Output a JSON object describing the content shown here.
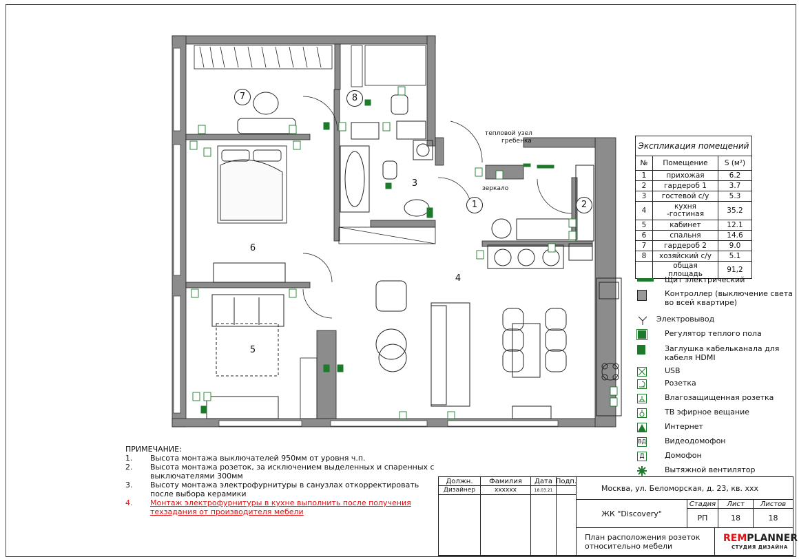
{
  "explication": {
    "title": "Экспликация помещений",
    "headers": [
      "№",
      "Помещение",
      "S (м²)"
    ],
    "rows": [
      [
        "1",
        "прихожая",
        "6.2"
      ],
      [
        "2",
        "гардероб 1",
        "3.7"
      ],
      [
        "3",
        "гостевой с/у",
        "5.3"
      ],
      [
        "4",
        "кухня\n-гостиная",
        "35.2"
      ],
      [
        "5",
        "кабинет",
        "12.1"
      ],
      [
        "6",
        "спальня",
        "14.6"
      ],
      [
        "7",
        "гардероб 2",
        "9.0"
      ],
      [
        "8",
        "хозяйский с/у",
        "5.1"
      ]
    ],
    "total_label": "общая площадь",
    "total_value": "91,2"
  },
  "symbols": [
    {
      "icon": "electric-panel-icon",
      "label": "Щит электрический"
    },
    {
      "icon": "controller-icon",
      "label": "Контроллер (выключение света во всей квартире)"
    },
    {
      "icon": "electrical-outlet-icon",
      "label": "Электровывод"
    },
    {
      "icon": "floor-heating-regulator-icon",
      "label": "Регулятор теплого пола"
    },
    {
      "icon": "hdmi-plug-icon",
      "label": "Заглушка кабельканала для кабеля HDMI"
    },
    {
      "icon": "usb-icon",
      "label": "USB"
    },
    {
      "icon": "socket-icon",
      "label": "Розетка"
    },
    {
      "icon": "waterproof-socket-icon",
      "label": "Влагозащищенная розетка"
    },
    {
      "icon": "tv-antenna-icon",
      "label": "ТВ эфирное вещание"
    },
    {
      "icon": "internet-icon",
      "label": "Интернет"
    },
    {
      "icon": "video-intercom-icon",
      "label": "Видеодомофон"
    },
    {
      "icon": "intercom-icon",
      "label": "Домофон"
    },
    {
      "icon": "exhaust-fan-icon",
      "label": "Вытяжной вентилятор"
    }
  ],
  "symbol_glyphs": {
    "video_intercom": "ВД",
    "intercom": "Д"
  },
  "notes": {
    "title": "ПРИМЕЧАНИЕ:",
    "items": [
      {
        "num": "1.",
        "text": "Высота монтажа выключателей 950мм от уровня ч.п."
      },
      {
        "num": "2.",
        "text": "Высота монтажа розеток, за исключением выделенных и спаренных с выключателями 300мм"
      },
      {
        "num": "3.",
        "text": "Высоту монтажа электрофурнитуры в санузлах откорректировать после выбора керамики"
      },
      {
        "num": "4.",
        "text": "Монтаж электрофурнитуры в кухне выполнить после получения техзадания от производителя мебели"
      }
    ]
  },
  "plan_labels": {
    "heating_node": "тепловой узел",
    "comb": "гребенка",
    "mirror": "зеркало",
    "rooms": [
      "1",
      "2",
      "3",
      "4",
      "5",
      "6",
      "7",
      "8"
    ]
  },
  "stamp": {
    "col_position": "Должн.",
    "col_surname": "Фамилия",
    "col_date": "Дата",
    "col_sign": "Подп.",
    "role": "Дизайнер",
    "name": "xxxxxx",
    "date": "18.03.21",
    "address": "Москва, ул. Беломорская, д. 23, кв. xxx",
    "complex": "ЖК \"Discovery\"",
    "stage_label": "Стадия",
    "sheet_label": "Лист",
    "sheets_label": "Листов",
    "stage": "РП",
    "sheet": "18",
    "sheets": "18",
    "drawing_title": "План расположения розеток относительно мебели",
    "logo_rem": "REM",
    "logo_planner": "PLANNER",
    "logo_sub": "СТУДИЯ ДИЗАЙНА"
  },
  "colors": {
    "accent_green": "#1c7a2a",
    "note_red": "#d11111",
    "wall_gray": "#8c8c8c"
  }
}
